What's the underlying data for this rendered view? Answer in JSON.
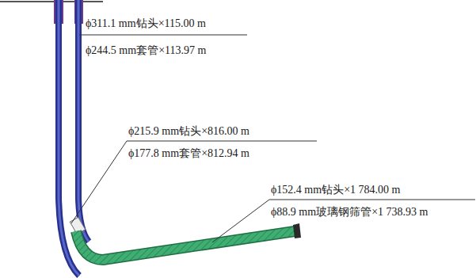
{
  "diagram": {
    "labels": [
      "ϕ311.1 mm钻头×115.00 m",
      "ϕ244.5 mm套管×113.97 m",
      "ϕ215.9 mm钻头×816.00 m",
      "ϕ177.8 mm套管×812.94 m",
      "ϕ152.4 mm钻头×1 784.00 m",
      "ϕ88.9 mm玻璃钢筛管×1 738.93 m"
    ]
  }
}
